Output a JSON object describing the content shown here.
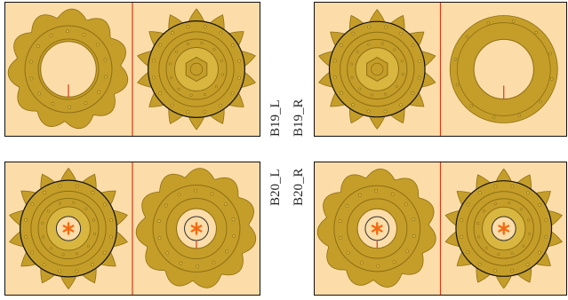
{
  "labels": {
    "b19_l": "B19_L",
    "b19_r": "B19_R",
    "b20_l": "B20_L",
    "b20_r": "B20_R"
  },
  "colors": {
    "panel_bg": "#fcdca8",
    "panel_border": "#111111",
    "divider": "#d23c1e",
    "part_fill": "#c59e2a",
    "part_dark": "#8e6f12",
    "part_light": "#d8b640",
    "asterisk": "#f26a12"
  },
  "panels": [
    {
      "id": "b19-left-panel",
      "cells": [
        {
          "shape": "wavy-washer",
          "center": "hole",
          "marker": true
        },
        {
          "shape": "toothed-gear",
          "center": "hex"
        }
      ]
    },
    {
      "id": "b19-right-panel",
      "cells": [
        {
          "shape": "toothed-gear",
          "center": "hex"
        },
        {
          "shape": "plain-washer",
          "center": "hole",
          "marker": true
        }
      ]
    },
    {
      "id": "b20-left-panel",
      "cells": [
        {
          "shape": "toothed-gear",
          "center": "asterisk"
        },
        {
          "shape": "wavy-washer",
          "center": "asterisk",
          "marker": true
        }
      ]
    },
    {
      "id": "b20-right-panel",
      "cells": [
        {
          "shape": "wavy-washer",
          "center": "asterisk",
          "marker": true
        },
        {
          "shape": "toothed-gear",
          "center": "asterisk"
        }
      ]
    }
  ]
}
